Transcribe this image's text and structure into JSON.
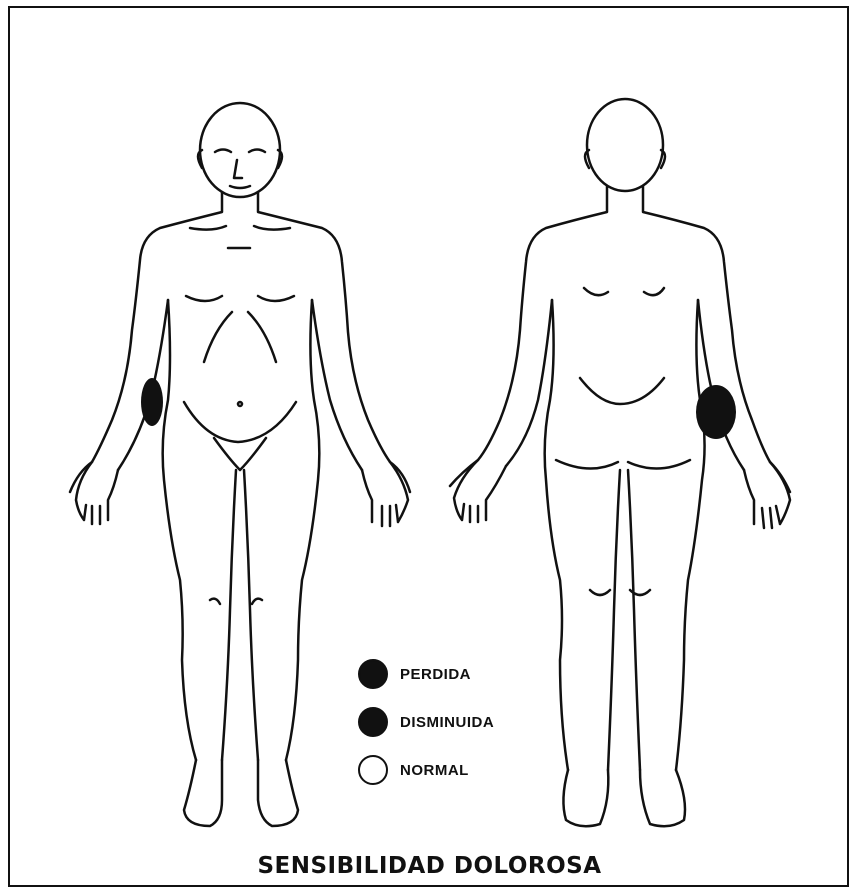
{
  "title": "SENSIBILIDAD DOLOROSA",
  "legend": [
    {
      "label": "PERDIDA",
      "color": "#111111"
    },
    {
      "label": "DISMINUIDA",
      "color": "#111111"
    },
    {
      "label": "NORMAL",
      "color": "#ffffff"
    }
  ],
  "figures": [
    {
      "view": "front",
      "affected_region": "right-forearm",
      "status": "PERDIDA"
    },
    {
      "view": "back",
      "affected_region": "right-forearm",
      "status": "DISMINUIDA"
    }
  ],
  "colors": {
    "ink": "#111111",
    "paper": "#ffffff"
  }
}
